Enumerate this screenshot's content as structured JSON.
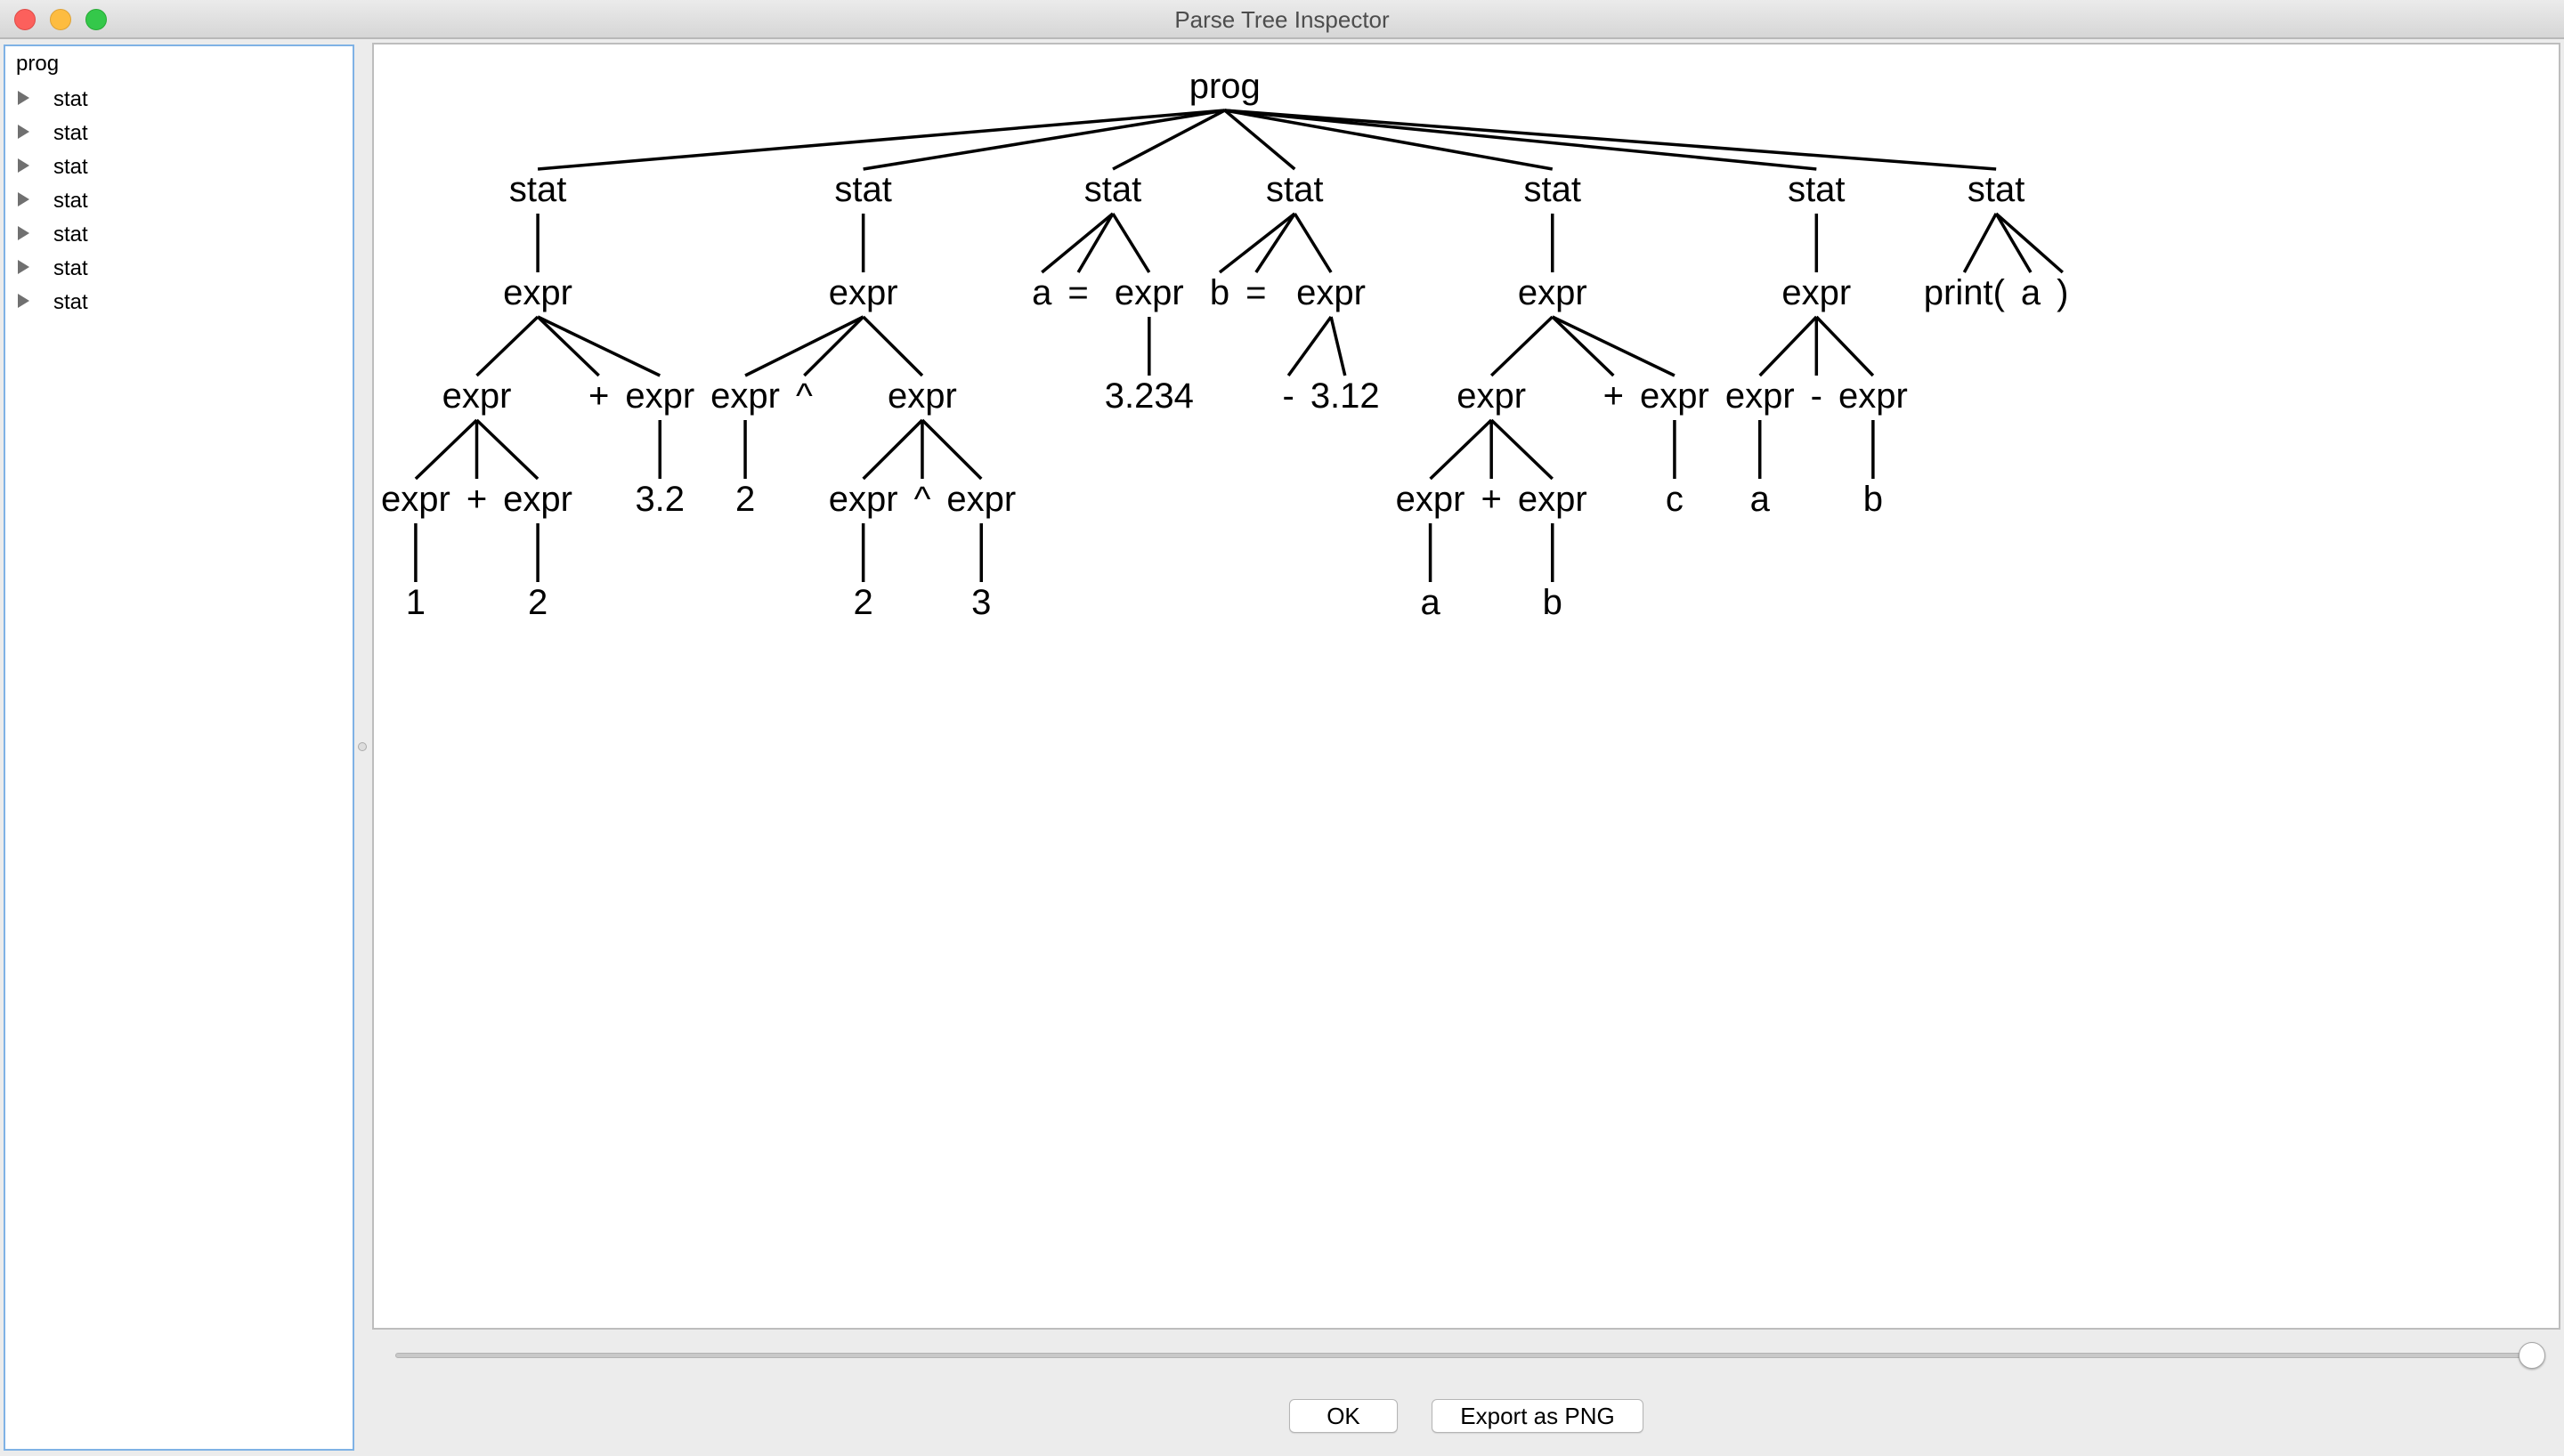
{
  "window": {
    "title": "Parse Tree Inspector"
  },
  "sidebar": {
    "root_label": "prog",
    "items": [
      {
        "label": "stat"
      },
      {
        "label": "stat"
      },
      {
        "label": "stat"
      },
      {
        "label": "stat"
      },
      {
        "label": "stat"
      },
      {
        "label": "stat"
      },
      {
        "label": "stat"
      }
    ]
  },
  "tree": {
    "label": "prog",
    "children": [
      {
        "label": "stat",
        "children": [
          {
            "label": "expr",
            "children": [
              {
                "label": "expr",
                "children": [
                  {
                    "label": "expr",
                    "children": [
                      {
                        "label": "1"
                      }
                    ]
                  },
                  {
                    "label": "+"
                  },
                  {
                    "label": "expr",
                    "children": [
                      {
                        "label": "2"
                      }
                    ]
                  }
                ]
              },
              {
                "label": "+"
              },
              {
                "label": "expr",
                "children": [
                  {
                    "label": "3.2"
                  }
                ]
              }
            ]
          }
        ]
      },
      {
        "label": "stat",
        "children": [
          {
            "label": "expr",
            "children": [
              {
                "label": "expr",
                "children": [
                  {
                    "label": "2"
                  }
                ]
              },
              {
                "label": "^"
              },
              {
                "label": "expr",
                "children": [
                  {
                    "label": "expr",
                    "children": [
                      {
                        "label": "2"
                      }
                    ]
                  },
                  {
                    "label": "^"
                  },
                  {
                    "label": "expr",
                    "children": [
                      {
                        "label": "3"
                      }
                    ]
                  }
                ]
              }
            ]
          }
        ]
      },
      {
        "label": "stat",
        "children": [
          {
            "label": "a"
          },
          {
            "label": "="
          },
          {
            "label": "expr",
            "children": [
              {
                "label": "3.234"
              }
            ]
          }
        ]
      },
      {
        "label": "stat",
        "children": [
          {
            "label": "b"
          },
          {
            "label": "="
          },
          {
            "label": "expr",
            "children": [
              {
                "label": "-"
              },
              {
                "label": "3.12"
              }
            ]
          }
        ]
      },
      {
        "label": "stat",
        "children": [
          {
            "label": "expr",
            "children": [
              {
                "label": "expr",
                "children": [
                  {
                    "label": "expr",
                    "children": [
                      {
                        "label": "a"
                      }
                    ]
                  },
                  {
                    "label": "+"
                  },
                  {
                    "label": "expr",
                    "children": [
                      {
                        "label": "b"
                      }
                    ]
                  }
                ]
              },
              {
                "label": "+"
              },
              {
                "label": "expr",
                "children": [
                  {
                    "label": "c"
                  }
                ]
              }
            ]
          }
        ]
      },
      {
        "label": "stat",
        "children": [
          {
            "label": "expr",
            "children": [
              {
                "label": "expr",
                "children": [
                  {
                    "label": "a"
                  }
                ]
              },
              {
                "label": "-"
              },
              {
                "label": "expr",
                "children": [
                  {
                    "label": "b"
                  }
                ]
              }
            ]
          }
        ]
      },
      {
        "label": "stat",
        "children": [
          {
            "label": "print("
          },
          {
            "label": "a"
          },
          {
            "label": ")"
          }
        ]
      }
    ]
  },
  "zoom_slider": {
    "value_fraction": 1.0
  },
  "buttons": {
    "ok_label": "OK",
    "export_label": "Export as PNG"
  }
}
